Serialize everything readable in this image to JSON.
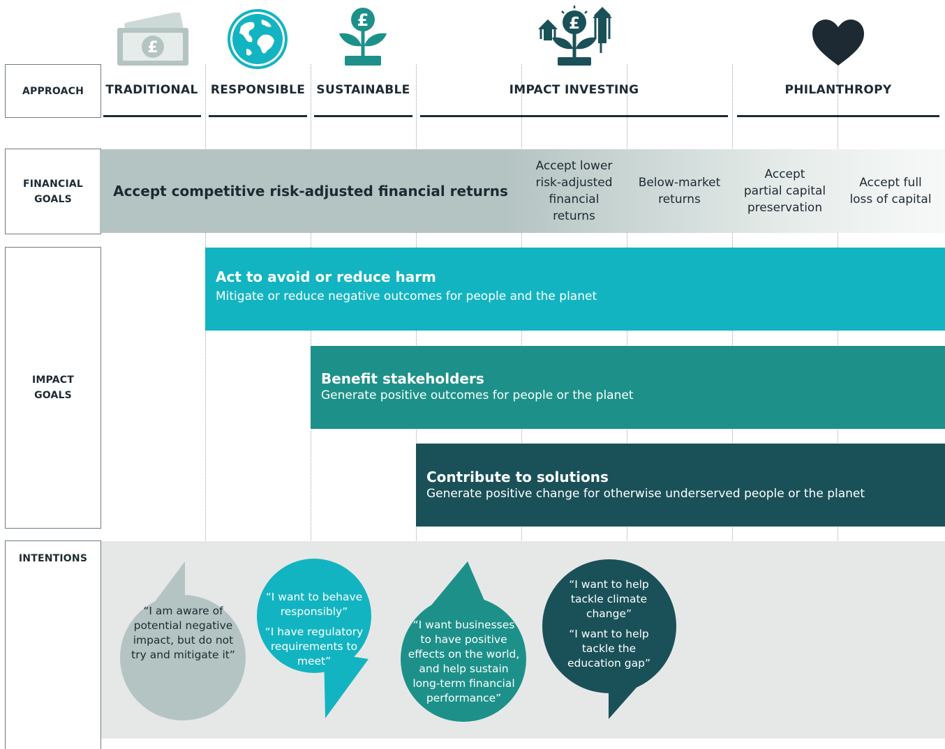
{
  "row_labels": {
    "approach": "APPROACH",
    "financial_line1": "FINANCIAL",
    "financial_line2": "GOALS",
    "impact_line1": "IMPACT",
    "impact_line2": "GOALS",
    "intentions": "INTENTIONS"
  },
  "approaches": {
    "traditional": "TRADITIONAL",
    "responsible": "RESPONSIBLE",
    "sustainable": "SUSTAINABLE",
    "impact_investing": "IMPACT INVESTING",
    "philanthropy": "PHILANTHROPY"
  },
  "icons": {
    "traditional": "banknote-icon",
    "responsible": "globe-icon",
    "sustainable": "pound-plant-icon",
    "impact_investing": "growing-pound-plant-icon",
    "philanthropy": "heart-icon"
  },
  "financial_goals": {
    "competitive": "Accept competitive risk-adjusted financial returns",
    "lower_line1": "Accept lower",
    "lower_line2": "risk-adjusted",
    "lower_line3": "financial",
    "lower_line4": "returns",
    "below_line1": "Below-market",
    "below_line2": "returns",
    "partial_line1": "Accept",
    "partial_line2": "partial capital",
    "partial_line3": "preservation",
    "full_line1": "Accept full",
    "full_line2": "loss of capital"
  },
  "impact_goals": {
    "avoid_title": "Act to avoid or reduce harm",
    "avoid_sub": "Mitigate or reduce negative outcomes for people and the planet",
    "benefit_title": "Benefit stakeholders",
    "benefit_sub": "Generate positive outcomes for people or the planet",
    "contribute_title": "Contribute to solutions",
    "contribute_sub": "Generate positive change for otherwise underserved people or the planet"
  },
  "intentions": {
    "traditional_lines": [
      "“I am aware of",
      "potential negative",
      "impact, but do not",
      "try and mitigate it”"
    ],
    "responsible_a": [
      "“I want to behave",
      "responsibly”"
    ],
    "responsible_b": [
      "“I have regulatory",
      "requirements to",
      "meet”"
    ],
    "sustainable_lines": [
      "“I want businesses",
      "to have positive",
      "effects on the world,",
      "and help sustain",
      "long-term financial",
      "performance”"
    ],
    "impact_a": [
      "“I want to help",
      "tackle climate",
      "change”"
    ],
    "impact_b": [
      "“I want to help",
      "tackle the",
      "education gap”"
    ]
  },
  "colors": {
    "dark_text": "#1d2a33",
    "grey_band": "#b4c4c2",
    "cyan": "#13b4c1",
    "teal": "#1d9189",
    "dark_teal": "#1a5158",
    "intentions_bg": "#e6e8e7",
    "bubble_grey": "#b4c4c2"
  }
}
